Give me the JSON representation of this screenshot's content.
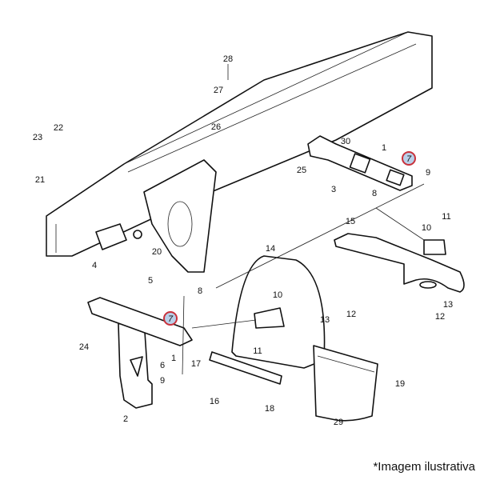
{
  "diagram": {
    "callouts": [
      "28",
      "27",
      "26",
      "22",
      "23",
      "21",
      "25",
      "30",
      "1",
      "7",
      "9",
      "3",
      "8",
      "15",
      "11",
      "10",
      "13",
      "12",
      "4",
      "20",
      "14",
      "5",
      "8",
      "7",
      "10",
      "12",
      "13",
      "24",
      "6",
      "1",
      "9",
      "11",
      "17",
      "19",
      "16",
      "18",
      "2",
      "29"
    ],
    "highlight_color": "#c8323c",
    "highlight_fill": "#b9cfe8"
  },
  "caption": "*Imagem ilustrativa"
}
